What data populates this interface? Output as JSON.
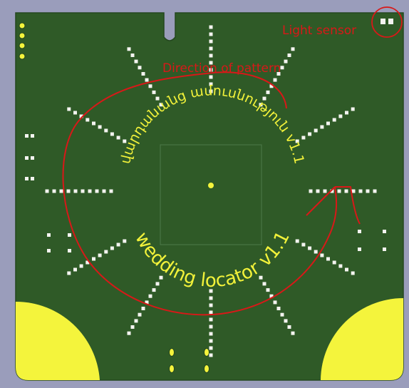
{
  "board": {
    "silkscreen_top": "վարդանանց ամուսնություն v1.1",
    "silkscreen_bottom": "wedding locator v1.1",
    "colors": {
      "background": "#9a9dbb",
      "board": "#2f5a27",
      "silkscreen": "#f2f23a",
      "pad": "#f4f4f0",
      "annotation": "#e01a1a",
      "copper_pour": "#f4f43c"
    }
  },
  "annotations": {
    "light_sensor_label": "Light sensor",
    "direction_label": "Direction of pattern"
  },
  "led_arms_count": 12
}
